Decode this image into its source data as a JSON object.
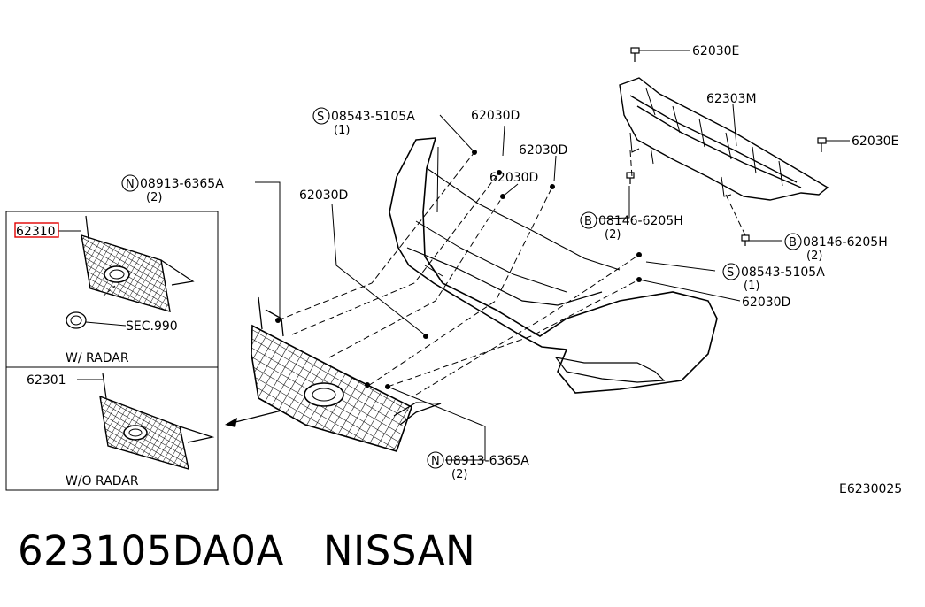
{
  "diagram": {
    "code": "E6230025",
    "callouts": {
      "top_clip_1": "62030E",
      "top_clip_2": "62030E",
      "upper_bracket": "62303M",
      "clip_a": "62030D",
      "clip_b": "62030D",
      "clip_c": "62030D",
      "clip_d": "62030D",
      "clip_e": "62030D",
      "inset_radar_part": "62310",
      "inset_noradar_part": "62301",
      "sec": "SEC.990"
    },
    "fasteners": [
      {
        "symbol": "S",
        "part": "08543-5105A",
        "qty": "(1)"
      },
      {
        "symbol": "N",
        "part": "08913-6365A",
        "qty": "(2)"
      },
      {
        "symbol": "B",
        "part": "08146-6205H",
        "qty": "(2)"
      },
      {
        "symbol": "B",
        "part": "08146-6205H",
        "qty": "(2)"
      },
      {
        "symbol": "S",
        "part": "08543-5105A",
        "qty": "(1)"
      },
      {
        "symbol": "N",
        "part": "08913-6365A",
        "qty": "(2)"
      }
    ],
    "insets": {
      "with_radar": "W/ RADAR",
      "without_radar": "W/O RADAR"
    }
  },
  "caption": {
    "part_number": "623105DA0A",
    "brand": "NISSAN"
  },
  "colors": {
    "line": "#000000",
    "highlight": "#e00000",
    "background": "#ffffff"
  }
}
